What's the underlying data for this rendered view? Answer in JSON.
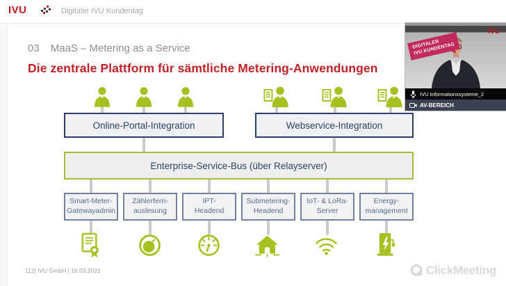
{
  "colors": {
    "ivu_green": "#a5c122",
    "ivu_red": "#c31b20",
    "heading_red": "#c02227",
    "box_navy": "#2f3e66",
    "box_slate": "#73809e",
    "esb_green_border": "#a9ba3e",
    "banner_pink": "#c32a5c"
  },
  "header": {
    "logo_text": "IVU",
    "title": "Digitaler IVU Kundentag"
  },
  "slide": {
    "kicker_num": "03",
    "kicker_text": "MaaS – Metering as a Service",
    "heading": "Die zentrale Plattform für sämtliche Metering-Anwendungen",
    "top_boxes": [
      {
        "label": "Online-Portal-Integration",
        "users_icon": "user-icon",
        "users_count": 3
      },
      {
        "label": "Webservice-Integration",
        "users_icon": "user-with-document-icon",
        "users_count": 3
      }
    ],
    "bus_label": "Enterprise-Service-Bus (über Relayserver)",
    "service_boxes": [
      {
        "line1": "Smart-Meter-",
        "line2": "Gatewayadmin",
        "icon": "certificate-seal-icon"
      },
      {
        "line1": "Zählerfern-",
        "line2": "auslesung",
        "icon": "analog-meter-icon"
      },
      {
        "line1": "IPT-",
        "line2": "Headend",
        "icon": "speedometer-icon"
      },
      {
        "line1": "Submetering-",
        "line2": "Headend",
        "icon": "house-icon"
      },
      {
        "line1": "IoT- & LoRa-",
        "line2": "Server",
        "icon": "wifi-icon"
      },
      {
        "line1": "Energy-",
        "line2": "management",
        "icon": "ev-charging-station-icon"
      }
    ],
    "footer": "112| IVU GmbH | 18.03.2021"
  },
  "webcam": {
    "banner_line1": "DIGITALER",
    "banner_line2": "IVU KUNDENTAG",
    "logo_text": "IVU",
    "mic_icon": "microphone-icon",
    "mic_label": "IVU Informationssysteme_2",
    "cam_icon": "camera-icon",
    "cam_label": "AV-BEREICH"
  },
  "watermark": {
    "brand": "ClickMeeting",
    "icon": "clickmeeting-logo-icon"
  }
}
